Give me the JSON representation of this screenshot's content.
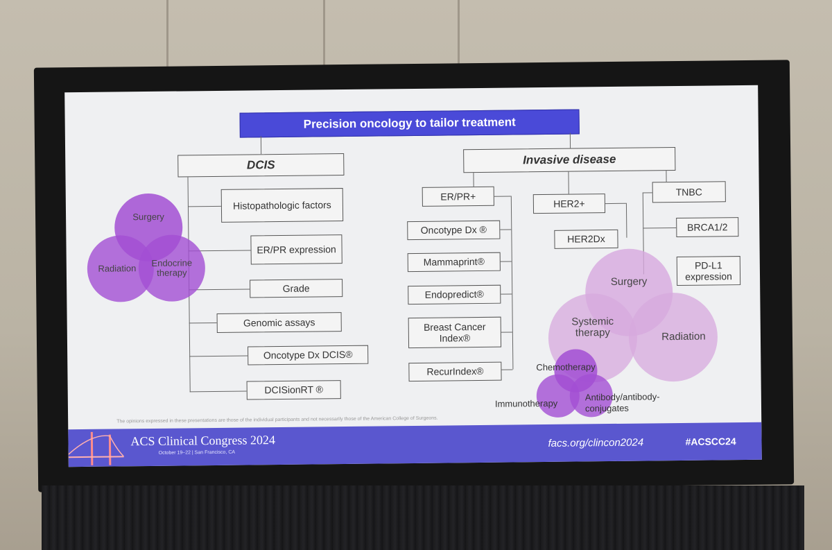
{
  "slide": {
    "title": "Precision oncology to tailor treatment",
    "dcis": {
      "heading": "DCIS",
      "items": [
        "Histopathologic factors",
        "ER/PR expression",
        "Grade",
        "Genomic assays",
        "Oncotype Dx DCIS®",
        "DCISionRT ®"
      ],
      "venn": [
        "Surgery",
        "Radiation",
        "Endocrine therapy"
      ]
    },
    "invasive": {
      "heading": "Invasive disease",
      "erpr": {
        "label": "ER/PR+",
        "items": [
          "Oncotype Dx ®",
          "Mammaprint®",
          "Endopredict®",
          "Breast Cancer Index®",
          "RecurIndex®"
        ]
      },
      "her2": {
        "label": "HER2+",
        "items": [
          "HER2Dx"
        ]
      },
      "tnbc": {
        "label": "TNBC",
        "items": [
          "BRCA1/2",
          "PD-L1 expression"
        ]
      },
      "venn": [
        "Surgery",
        "Systemic therapy",
        "Radiation"
      ],
      "subvenn": [
        "Chemotherapy",
        "Immunotherapy",
        "Antibody/antibody-conjugates"
      ]
    },
    "disclaimer": "The opinions expressed in these presentations are those of the individual participants and not necessarily those of the American College of Surgeons.",
    "footer": {
      "conference": "ACS Clinical Congress 2024",
      "dates": "October 19–22 | San Francisco, CA",
      "url": "facs.org/clincon2024",
      "hashtag": "#ACSCC24"
    }
  },
  "colors": {
    "accent": "#4a4ad8",
    "venn_dark": "#a24fd3",
    "venn_light": "#d7a9de"
  }
}
